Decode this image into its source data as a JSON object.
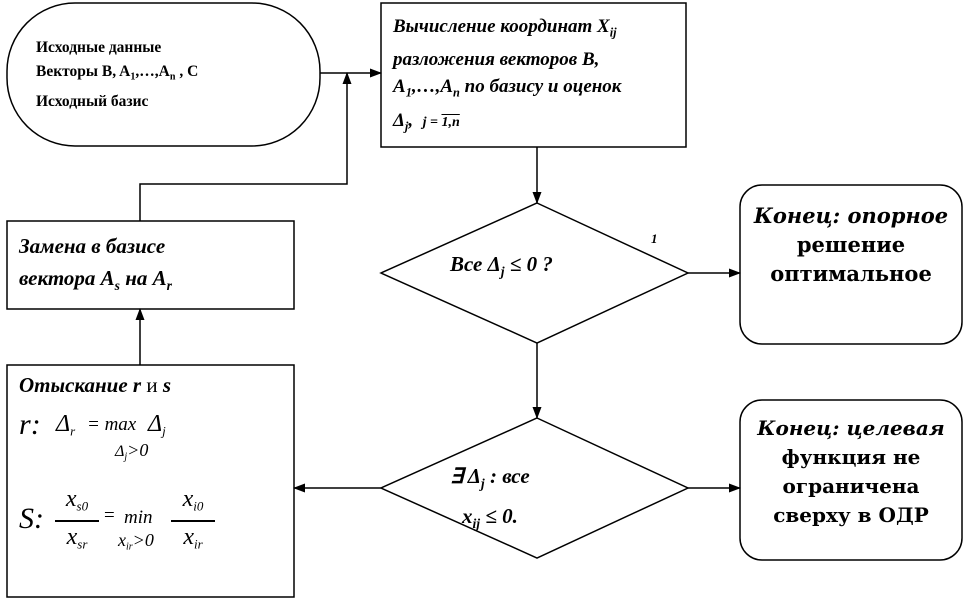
{
  "start": {
    "line1": "Исходные данные",
    "line2_prefix": "Векторы B, A",
    "line2_sub1": "1",
    "line2_mid": ",…,A",
    "line2_subn": "n",
    "line2_suffix": " , C",
    "line3": "Исходный базис"
  },
  "compute": {
    "line1": "Вычисление координат X",
    "line1_sub": "ij",
    "line2": "разложения векторов B,",
    "line3_a": "A",
    "line3_sub1": "1",
    "line3_mid": ",…,A",
    "line3_subn": "n",
    "line3_end": " по базису и оценок",
    "line4_delta": "Δ",
    "line4_sub": "j",
    "line4_comma": ",",
    "line4_j": "j = ",
    "line4_range": "1,n"
  },
  "decision1": {
    "label_a": "Все Δ",
    "label_sub": "j",
    "label_b": " ≤ 0 ?",
    "branch_label": "1"
  },
  "end_optimal": {
    "line1": "Конец: опорное",
    "line2": "решение",
    "line3": "оптимальное"
  },
  "decision2": {
    "line1_a": "∃ Δ",
    "line1_sub": "j",
    "line1_b": " : все",
    "line2_a": "x",
    "line2_sub": "ij",
    "line2_b": " ≤ 0."
  },
  "end_unbounded": {
    "line1": "Конец: целевая",
    "line2": "функция не",
    "line3": "ограничена",
    "line4": "сверху в ОДР"
  },
  "replace": {
    "line1": "Замена в базисе",
    "line2_a": "вектора  A",
    "line2_sub1": "s",
    "line2_mid": " на A",
    "line2_sub2": "r"
  },
  "search": {
    "title_a": "Отыскание ",
    "title_r": "r",
    "title_and": " и ",
    "title_s": "s",
    "r_var": "r",
    "r_colon": ":",
    "r_delta": "Δ",
    "r_delta_sub": "r",
    "r_eq": "= max",
    "r_delta2": "Δ",
    "r_delta2_sub": "j",
    "r_cond_delta": "Δ",
    "r_cond_sub": "j",
    "r_cond_rest": ">0",
    "s_var": "S",
    "s_colon": ":",
    "s_num": "x",
    "s_num_sub": "s0",
    "s_den": "x",
    "s_den_sub": "sr",
    "s_eq": "=",
    "s_min": "min",
    "s_cond_x": "x",
    "s_cond_sub": "ir",
    "s_cond_rest": ">0",
    "s_num2": "x",
    "s_num2_sub": "i0",
    "s_den2": "x",
    "s_den2_sub": "ir"
  }
}
